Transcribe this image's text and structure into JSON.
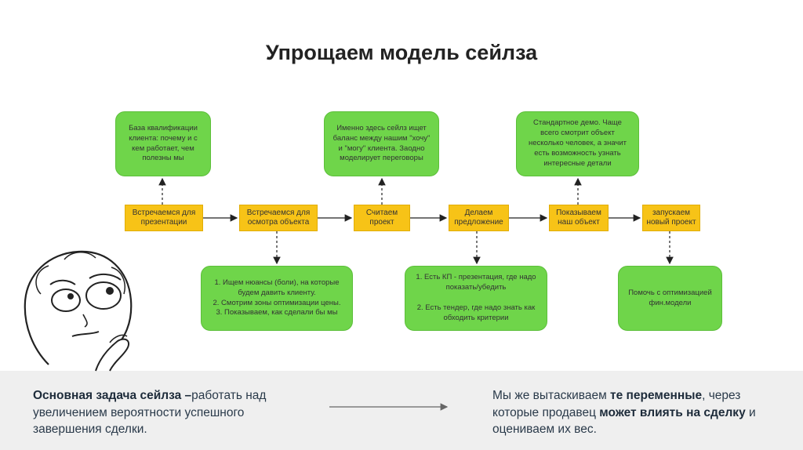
{
  "title": "Упрощаем модель сейлза",
  "steps": [
    {
      "label": "Встречаемся для\nпрезентации"
    },
    {
      "label": "Встречаемся для\nосмотра объекта"
    },
    {
      "label": "Считаем\nпроект"
    },
    {
      "label": "Делаем\nпредложение"
    },
    {
      "label": "Показываем\nнаш объект"
    },
    {
      "label": "запускаем\nновый проект"
    }
  ],
  "notes_top": [
    {
      "text": "База квалификации\nклиента: почему и с\nкем работает, чем\nполезны мы"
    },
    {
      "text": "Именно здесь сейлз ищет\nбаланс между нашим \"хочу\"\nи \"могу\" клиента. Заодно\nмоделирует переговоры"
    },
    {
      "text": "Стандартное демо. Чаще\nвсего смотрит объект\nнесколько человек, а значит\nесть возможность узнать\nинтересные детали"
    }
  ],
  "notes_bottom": [
    {
      "text": "1. Ищем нюансы (боли), на которые\nбудем давить клиенту.\n2. Смотрим зоны оптимизации цены.\n3. Показываем, как сделали бы мы"
    },
    {
      "text": "1. Есть КП - презентация, где надо\nпоказать/убедить\n\n2. Есть тендер, где надо знать как\nобходить критерии"
    },
    {
      "text": "Помочь с оптимизацией\nфин.модели"
    }
  ],
  "bottom": {
    "left_bold": "Основная задача сейлза –",
    "left_rest": "работать над увеличением вероятности успешного завершения сделки.",
    "right_1": "Мы же вытаскиваем ",
    "right_bold1": "те переменные",
    "right_2": ", через которые продавец ",
    "right_bold2": "может влиять на сделку",
    "right_3": " и оцениваем их вес."
  },
  "colors": {
    "green": "#6fd54a",
    "yellow": "#f7c317",
    "band": "#efefef"
  }
}
